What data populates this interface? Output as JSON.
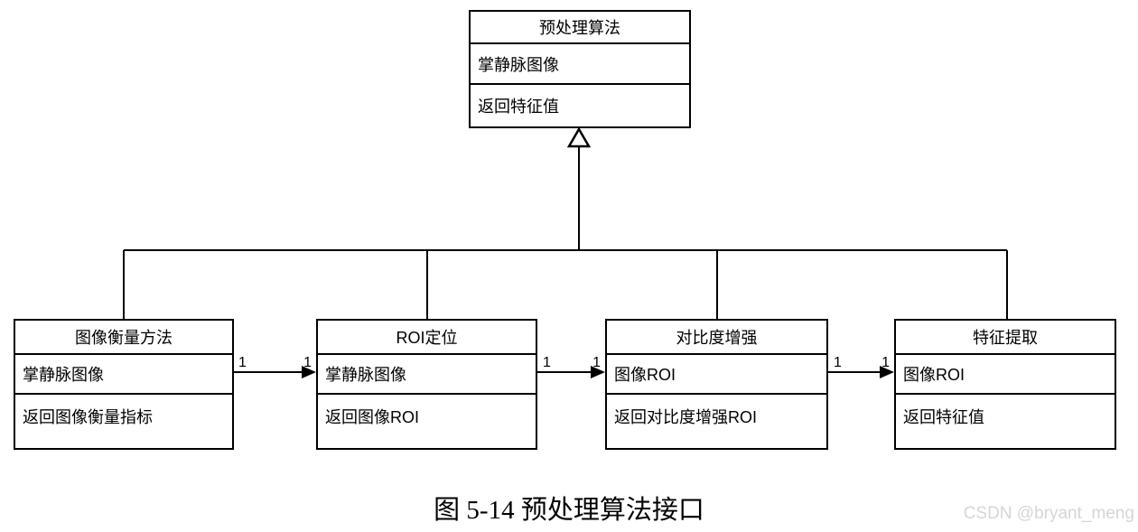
{
  "diagram": {
    "type": "uml-class-diagram",
    "classes": [
      {
        "name": "预处理算法",
        "attribute": "掌静脉图像",
        "method": "返回特征值"
      },
      {
        "name": "图像衡量方法",
        "attribute": "掌静脉图像",
        "method": "返回图像衡量指标"
      },
      {
        "name": "ROI定位",
        "attribute": "掌静脉图像",
        "method": "返回图像ROI"
      },
      {
        "name": "对比度增强",
        "attribute": "图像ROI",
        "method": "返回对比度增强ROI"
      },
      {
        "name": "特征提取",
        "attribute": "图像ROI",
        "method": "返回特征值"
      }
    ],
    "inheritance": {
      "parent": "预处理算法",
      "children": [
        "图像衡量方法",
        "ROI定位",
        "对比度增强",
        "特征提取"
      ],
      "arrow_style": "hollow-triangle"
    },
    "associations": [
      {
        "from": "图像衡量方法",
        "to": "ROI定位",
        "from_multiplicity": "1",
        "to_multiplicity": "1"
      },
      {
        "from": "ROI定位",
        "to": "对比度增强",
        "from_multiplicity": "1",
        "to_multiplicity": "1"
      },
      {
        "from": "对比度增强",
        "to": "特征提取",
        "from_multiplicity": "1",
        "to_multiplicity": "1"
      }
    ]
  },
  "caption": "图 5-14 预处理算法接口",
  "watermark": "CSDN @bryant_meng",
  "colors": {
    "line": "#000000",
    "background": "#ffffff",
    "watermark": "#d6d6d6"
  }
}
